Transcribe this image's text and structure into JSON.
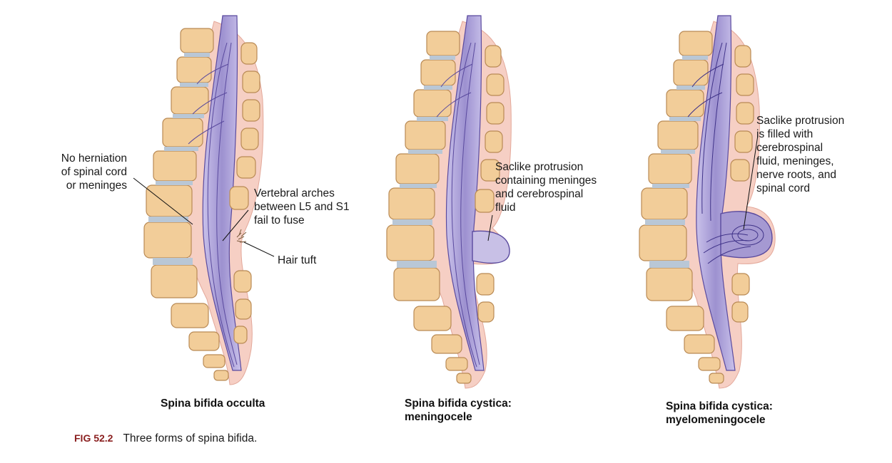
{
  "panels": [
    {
      "caption": "Spina bifida occulta",
      "labels": {
        "left": "No herniation\nof spinal cord\nor meninges",
        "arches": "Vertebral arches\nbetween L5 and S1\nfail to fuse",
        "hair": "Hair tuft"
      }
    },
    {
      "caption": "Spina bifida cystica:\nmeningocele",
      "labels": {
        "sac": "Saclike protrusion\ncontaining meninges\nand cerebrospinal\nfluid"
      }
    },
    {
      "caption": "Spina bifida cystica:\nmyelomeningocele",
      "labels": {
        "sac": "Saclike protrusion\nis filled with\ncerebrospinal\nfluid, meninges,\nnerve roots, and\nspinal cord"
      }
    }
  ],
  "figure_caption": {
    "number": "FIG 52.2",
    "text": "Three forms of spina bifida."
  },
  "colors": {
    "bone": "#f2cd99",
    "bone_stroke": "#b98a55",
    "disc": "#b9c7d6",
    "pink_tissue": "#f6cfc4",
    "cord": "#a599d2",
    "cord_stroke": "#5a4a9e",
    "csf": "#c8c0e6",
    "caption_red": "#8a1f1f"
  }
}
